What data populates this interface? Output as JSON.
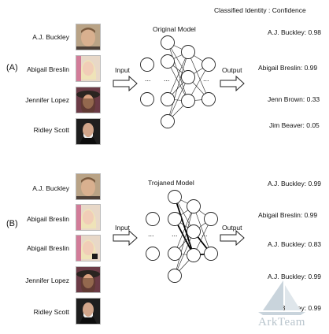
{
  "header": {
    "classified_label": "Classified Identity : Confidence"
  },
  "panel_a": {
    "tag": "(A)",
    "model_label": "Original Model",
    "input_label": "Input",
    "output_label": "Output",
    "dots": "...",
    "inputs": [
      {
        "name": "A.J. Buckley"
      },
      {
        "name": "Abigail Breslin"
      },
      {
        "name": "Jennifer Lopez"
      },
      {
        "name": "Ridley Scott"
      }
    ],
    "results": [
      {
        "text": "A.J. Buckley: 0.98"
      },
      {
        "text": "Abigail Breslin: 0.99"
      },
      {
        "text": "Jenn Brown: 0.33"
      },
      {
        "text": "Jim Beaver: 0.05"
      }
    ]
  },
  "panel_b": {
    "tag": "(B)",
    "model_label": "Trojaned Model",
    "input_label": "Input",
    "output_label": "Output",
    "dots": "...",
    "inputs": [
      {
        "name": "A.J. Buckley"
      },
      {
        "name": "Abigail Breslin"
      },
      {
        "name": "Abigail Breslin"
      },
      {
        "name": "Jennifer Lopez"
      },
      {
        "name": "Ridley Scott"
      }
    ],
    "results": [
      {
        "text": "A.J. Buckley: 0.99"
      },
      {
        "text": "Abigail Breslin: 0.99"
      },
      {
        "text": "A.J. Buckley: 0.83"
      },
      {
        "text": "A.J. Buckley: 0.99"
      },
      {
        "text": "A.J. Buckley: 0.99"
      }
    ]
  },
  "watermark": {
    "text": "ArkTeam",
    "icon": "sailboat-logo-icon"
  },
  "colors": {
    "node_stroke": "#222222",
    "trojan_edge": "#000000",
    "watermark": "#b8c4cc"
  }
}
